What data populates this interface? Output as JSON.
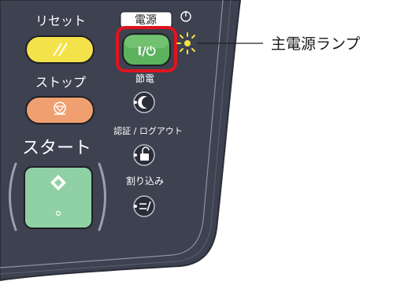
{
  "panel": {
    "reset_label": "リセット",
    "stop_label": "ストップ",
    "start_label": "スタート",
    "power_header": "電源",
    "power_button_label": "I/⏻",
    "energy_saver_label": "節電",
    "auth_logout_label": "認証 / ログアウト",
    "interrupt_label": "割り込み"
  },
  "callout": {
    "main_power_lamp": "主電源ランプ"
  },
  "colors": {
    "panel_dark": "#3d4150",
    "panel_edge": "#2a2d38",
    "reset_yellow": "#f4e24a",
    "stop_orange": "#f0a070",
    "start_green": "#8fd0a5",
    "power_green": "#5cb25d",
    "highlight_red": "#e0141e",
    "lamp_yellow": "#f3e33c"
  }
}
